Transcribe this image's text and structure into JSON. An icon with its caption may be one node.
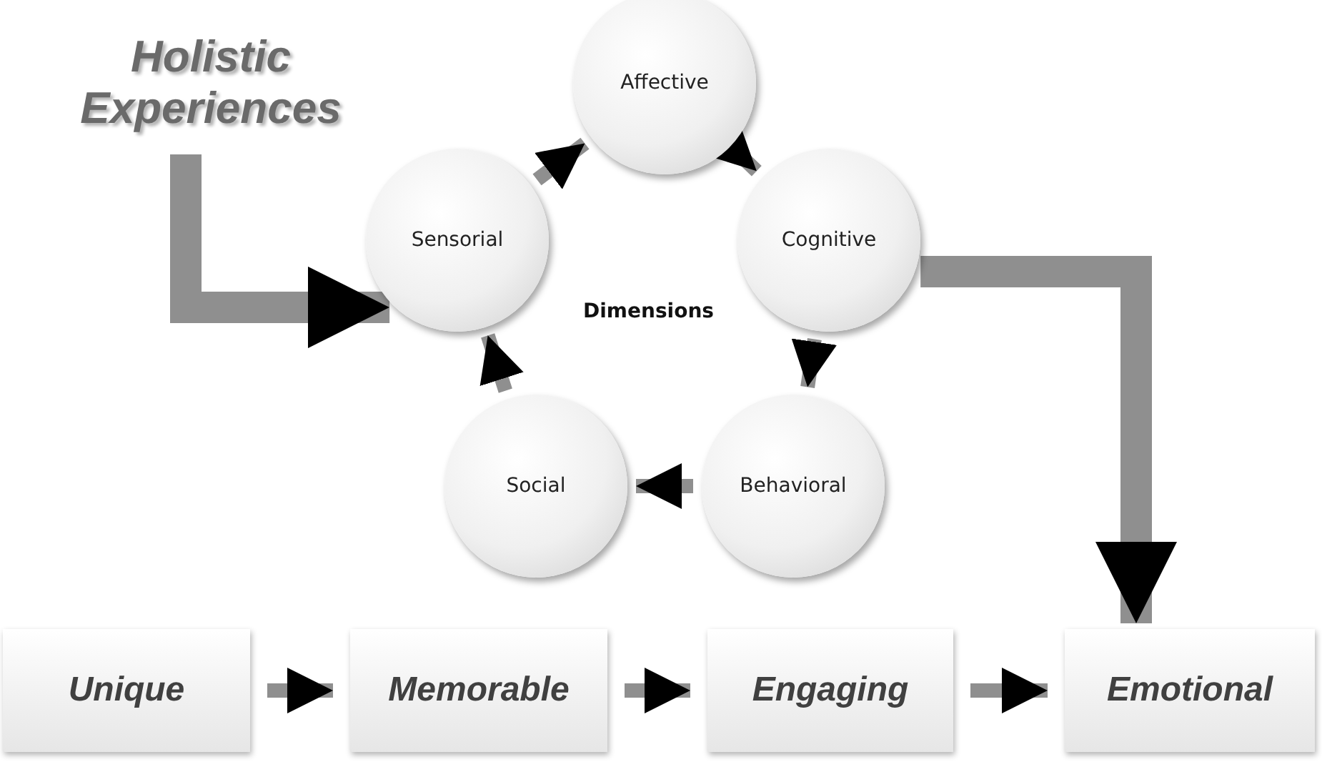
{
  "diagram": {
    "nodes": [
      {
        "text": [
          "Holistic Experiences"
        ]
      },
      {
        "text": [
          "Affective"
        ]
      },
      {
        "text": [
          "Cognitive"
        ]
      },
      {
        "text": [
          "Behavioral"
        ]
      },
      {
        "text": [
          "Social"
        ]
      },
      {
        "text": [
          "Sensorial"
        ]
      },
      {
        "text": [
          "Unique"
        ]
      },
      {
        "text": [
          "Memorable"
        ]
      },
      {
        "text": [
          "Engaging"
        ]
      },
      {
        "text": [
          "Emotional"
        ]
      }
    ],
    "edges": [
      {
        "from": 0,
        "to": 5,
        "arrow": "to",
        "style": "thick"
      },
      {
        "from": 5,
        "to": 1,
        "arrow": "to"
      },
      {
        "from": 1,
        "to": 2,
        "arrow": "to"
      },
      {
        "from": 2,
        "to": 3,
        "arrow": "to"
      },
      {
        "from": 3,
        "to": 4,
        "arrow": "to"
      },
      {
        "from": 4,
        "to": 5,
        "arrow": "to"
      },
      {
        "from": 2,
        "to": 9,
        "arrow": "to",
        "style": "thick"
      },
      {
        "from": 6,
        "to": 7,
        "arrow": "to"
      },
      {
        "from": 7,
        "to": 8,
        "arrow": "to"
      },
      {
        "from": 8,
        "to": 9,
        "arrow": "to"
      }
    ],
    "labels": [
      "Dimensions"
    ]
  }
}
